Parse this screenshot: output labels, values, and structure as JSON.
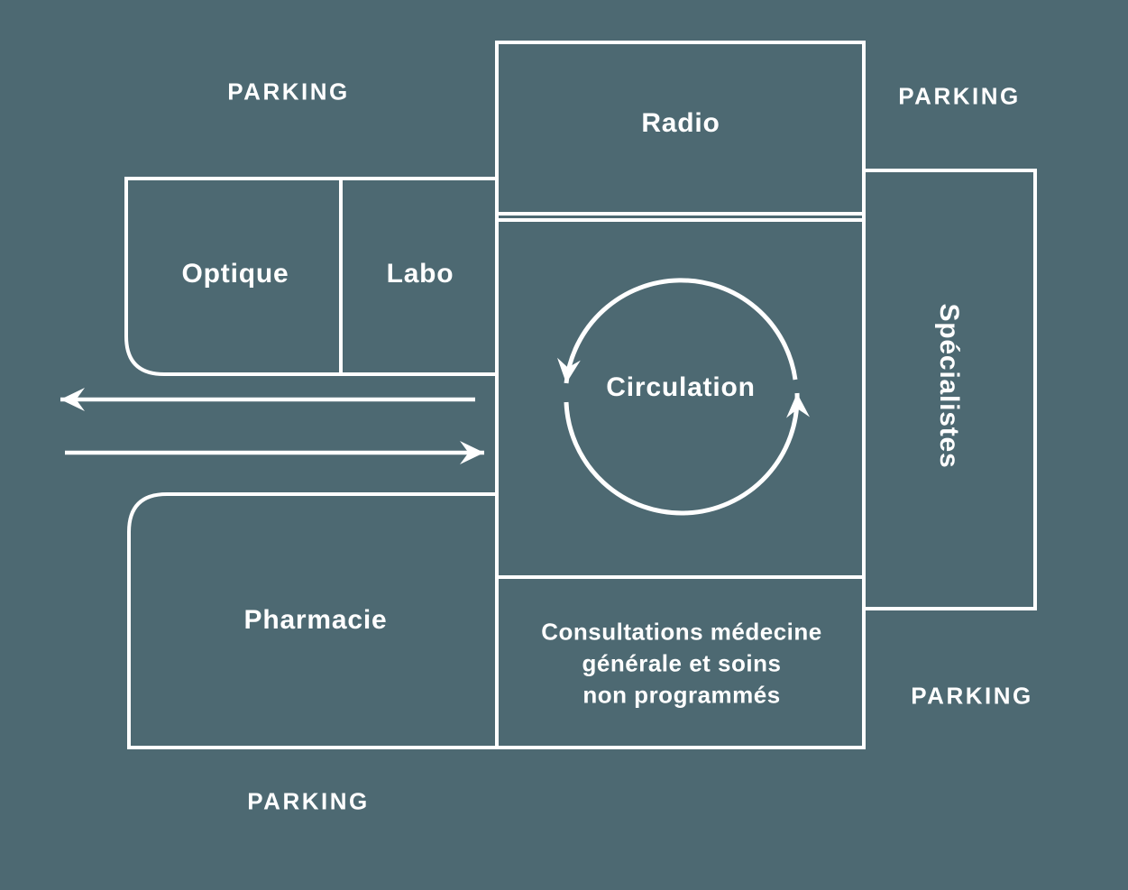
{
  "diagram": {
    "title": "Health center site plan",
    "colors": {
      "background": "#4D6972",
      "lines": "#FFFFFF",
      "text": "#FFFFFF"
    },
    "rooms": {
      "radio": {
        "label": "Radio"
      },
      "optique": {
        "label": "Optique"
      },
      "labo": {
        "label": "Labo"
      },
      "circulation": {
        "label": "Circulation"
      },
      "specialistes": {
        "label": "Spécialistes"
      },
      "pharmacie": {
        "label": "Pharmacie"
      },
      "consultations": {
        "label": "Consultations médecine\ngénérale et soins\nnon programmés"
      }
    },
    "parking": {
      "top_left": "PARKING",
      "top_right": "PARKING",
      "bottom_right": "PARKING",
      "bottom_left": "PARKING"
    },
    "icons": {
      "road_arrow_left": "left-arrow",
      "road_arrow_right": "right-arrow",
      "circulation_loop": "counterclockwise-cycle-arrows"
    }
  }
}
